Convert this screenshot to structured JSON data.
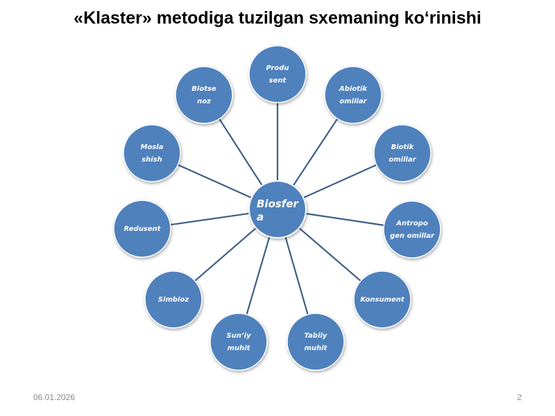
{
  "title": "«Klaster» metodiga tuzilgan sxemaning ko‘rinishi",
  "diagram": {
    "center": {
      "lines": [
        "Biosfer",
        "a"
      ]
    },
    "nodes": [
      {
        "id": "produsent",
        "lines": [
          "Produ",
          "sent"
        ]
      },
      {
        "id": "abiotik-omillar",
        "lines": [
          "Abiotik",
          "omillar"
        ]
      },
      {
        "id": "biotik-omillar",
        "lines": [
          "Biotik",
          "omillar"
        ]
      },
      {
        "id": "antropogen-omillar",
        "lines": [
          "Antropo",
          "gen omillar"
        ]
      },
      {
        "id": "konsument",
        "lines": [
          "Konsument"
        ]
      },
      {
        "id": "tabiiy-muhit",
        "lines": [
          "Tabiiy",
          "muhit"
        ]
      },
      {
        "id": "sun-iy-muhit",
        "lines": [
          "Sun’iy",
          "muhit"
        ]
      },
      {
        "id": "simbioz",
        "lines": [
          "Simbioz"
        ]
      },
      {
        "id": "redusent",
        "lines": [
          "Redusent"
        ]
      },
      {
        "id": "moslashish",
        "lines": [
          "Mosla",
          "shish"
        ]
      },
      {
        "id": "biotsenoz",
        "lines": [
          "Biotse",
          "noz"
        ]
      }
    ],
    "colors": {
      "node_fill": "#4F81BD",
      "node_stroke": "#ffffff",
      "connector": "#3d5f86"
    }
  },
  "footer": {
    "date": "06.01.2026",
    "page": "2"
  }
}
